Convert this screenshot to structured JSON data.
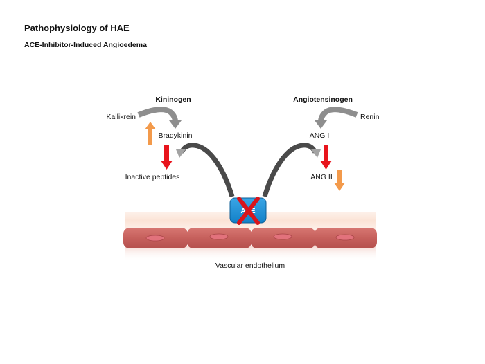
{
  "header": {
    "title": "Pathophysiology of HAE",
    "subtitle": "ACE-Inhibitor-Induced Angioedema"
  },
  "kinin_pathway": {
    "precursor": "Kininogen",
    "enzyme": "Kallikrein",
    "product": "Bradykinin",
    "degradation_product": "Inactive peptides",
    "bradykinin_change": "increase"
  },
  "angiotensin_pathway": {
    "precursor": "Angiotensinogen",
    "enzyme": "Renin",
    "intermediate": "ANG I",
    "product": "ANG II",
    "ang2_change": "decrease"
  },
  "ace": {
    "label": "ACE",
    "state": "inhibited",
    "inhibition_mark": "X"
  },
  "tissue": {
    "label": "Vascular endothelium"
  },
  "colors": {
    "increase_arrow": "#f39a4b",
    "decrease_arrow": "#f39a4b",
    "ace_action_arrow": "#e8141c",
    "conversion_arrow": "#8e8e8e",
    "ace_fill": "#1a8fd6",
    "inhibition_x": "#d9141b",
    "endothelial_cell": "#c7625f",
    "nucleus": "#e2727c"
  }
}
